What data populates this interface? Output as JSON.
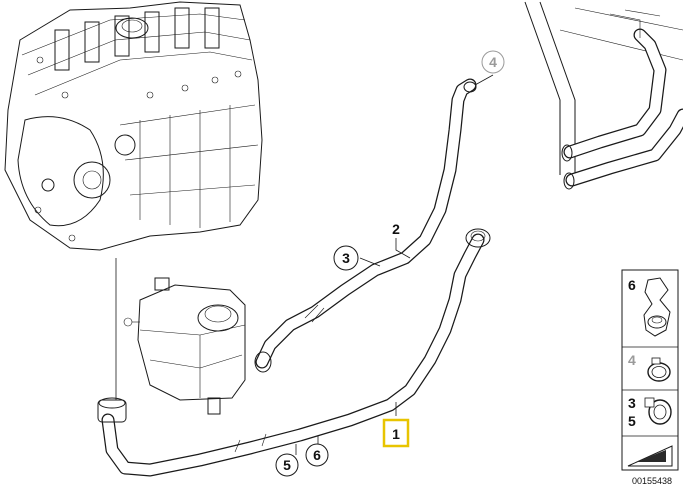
{
  "callouts": {
    "c1": "1",
    "c2": "2",
    "c3": "3",
    "c4": "4",
    "c5": "5",
    "c6": "6"
  },
  "highlight_color": "#e8c400",
  "legend": {
    "item6": "6",
    "item4": "4",
    "item3": "3",
    "item5": "5"
  },
  "drawing_code": "00155438"
}
